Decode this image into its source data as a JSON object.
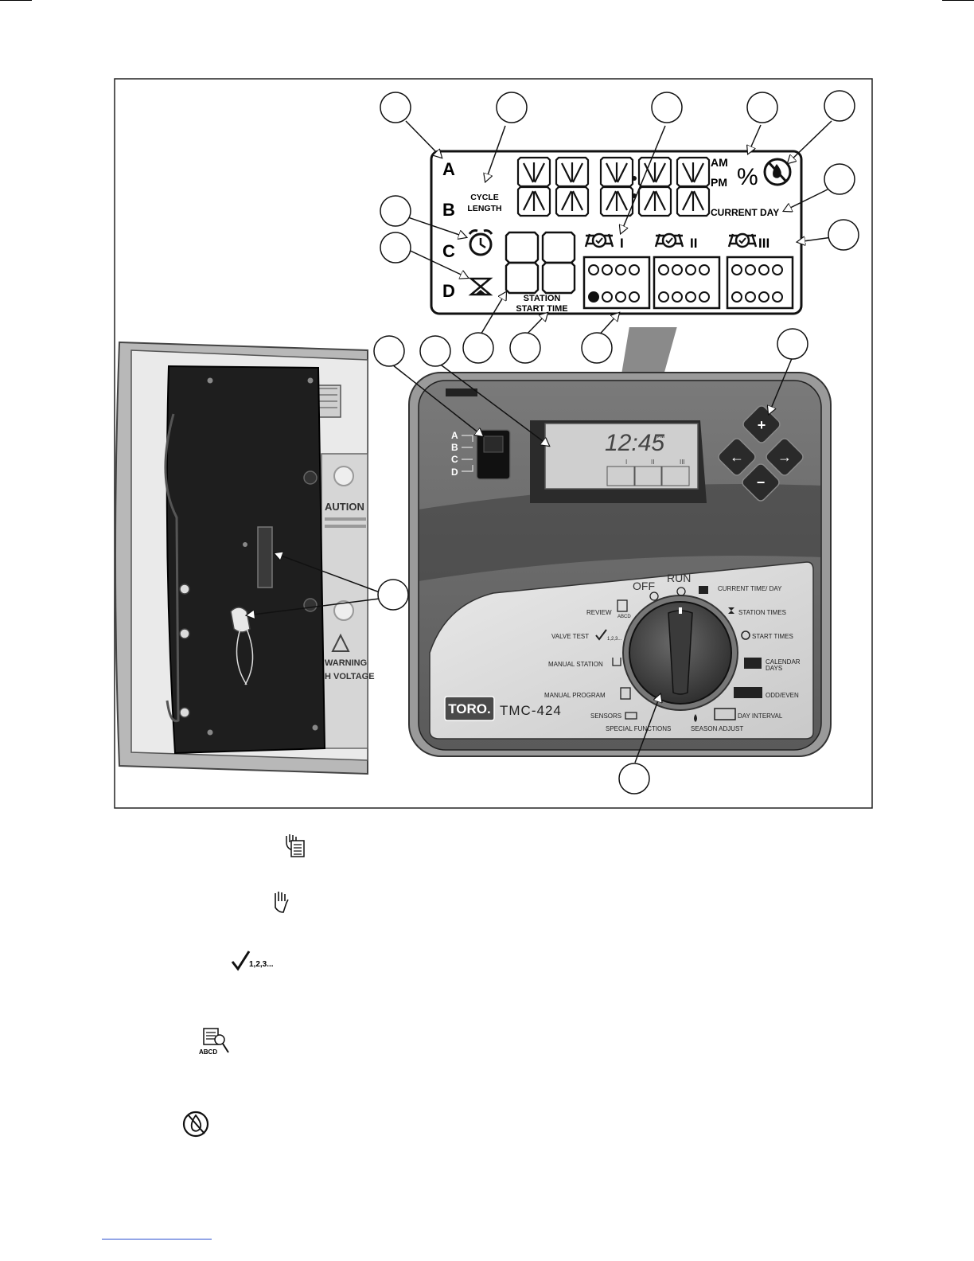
{
  "lcd_detail": {
    "program_letters": [
      "A",
      "B",
      "C",
      "D"
    ],
    "cycle_length_line1": "CYCLE",
    "cycle_length_line2": "LENGTH",
    "am": "AM",
    "pm": "PM",
    "percent": "%",
    "current_day": "CURRENT DAY",
    "station_line1": "STATION",
    "station_line2": "START TIME",
    "group_numerals": [
      "I",
      "II",
      "III"
    ]
  },
  "controller": {
    "program_letters": [
      "A",
      "B",
      "C",
      "D"
    ],
    "display_time": "12:45",
    "display_pm": "PM",
    "display_groups": [
      "I",
      "II",
      "III"
    ],
    "keypad": {
      "plus": "+",
      "minus": "−",
      "left": "←",
      "right": "→"
    },
    "brand": "TORO.",
    "model": "TMC-424",
    "dial": {
      "off": "OFF",
      "run": "RUN",
      "current_time_day": "CURRENT TIME/ DAY",
      "station_times": "STATION TIMES",
      "start_times": "START TIMES",
      "calendar_line1": "CALENDAR",
      "calendar_line2": "DAYS",
      "odd_even": "ODD/EVEN",
      "day_interval": "DAY INTERVAL",
      "season_adjust": "SEASON ADJUST",
      "special_functions": "SPECIAL FUNCTIONS",
      "sensors": "SENSORS",
      "manual_program": "MANUAL PROGRAM",
      "manual_station": "MANUAL STATION",
      "valve_test": "VALVE TEST",
      "valve_test_suffix": "1,2,3...",
      "review": "REVIEW",
      "review_suffix": "ABCD"
    }
  },
  "door": {
    "caution": "AUTION",
    "warning_line1": "WARNING",
    "warning_line2": "H VOLTAGE"
  },
  "legend_icons": {
    "valve_test_suffix": "1,2,3...",
    "review_suffix": "ABCD"
  }
}
